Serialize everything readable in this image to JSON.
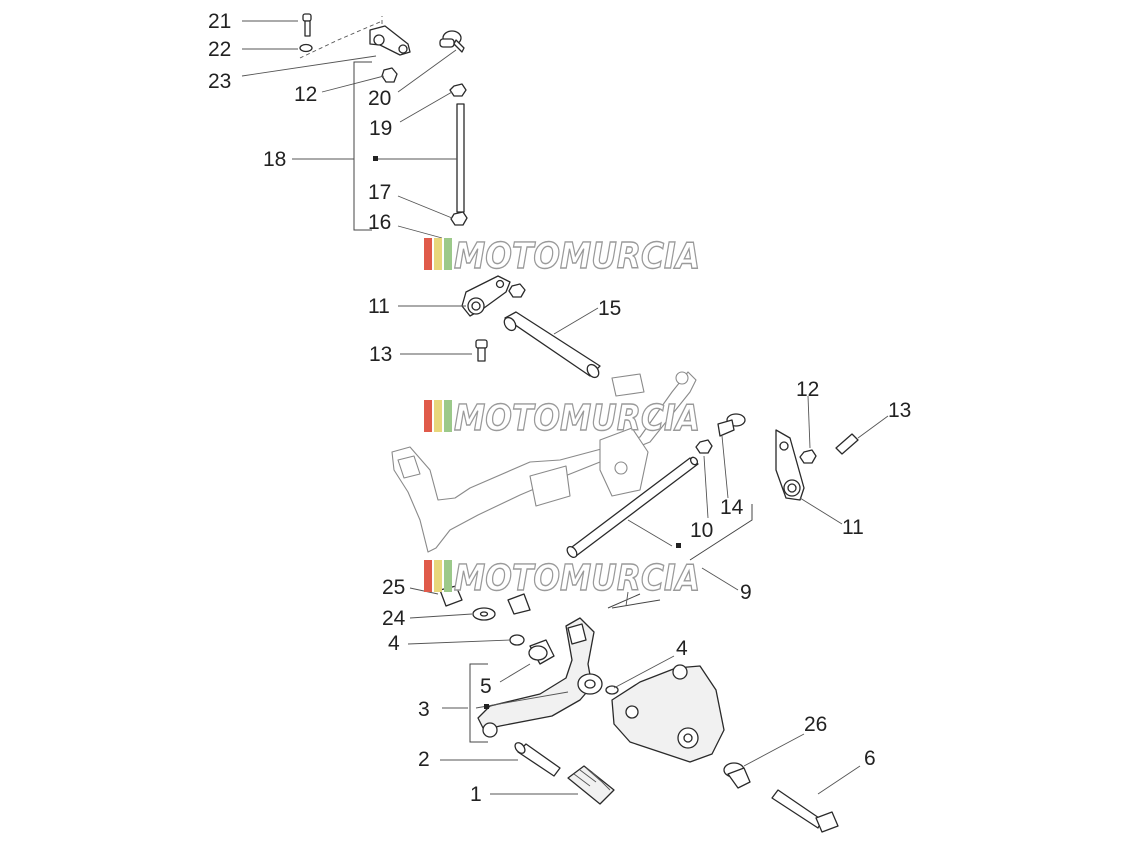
{
  "watermark": {
    "text": "MOTOMURCIA",
    "stripe_colors": [
      "#e05a4a",
      "#e8d77c",
      "#9cc98a"
    ],
    "text_color": "#ffffff",
    "outline_color": "#9a9a9a"
  },
  "callouts": [
    {
      "id": "21"
    },
    {
      "id": "22"
    },
    {
      "id": "23"
    },
    {
      "id": "12"
    },
    {
      "id": "20"
    },
    {
      "id": "19"
    },
    {
      "id": "18"
    },
    {
      "id": "17"
    },
    {
      "id": "16"
    },
    {
      "id": "11"
    },
    {
      "id": "15"
    },
    {
      "id": "13"
    },
    {
      "id": "12"
    },
    {
      "id": "13"
    },
    {
      "id": "14"
    },
    {
      "id": "10"
    },
    {
      "id": "11"
    },
    {
      "id": "9"
    },
    {
      "id": "25"
    },
    {
      "id": "24"
    },
    {
      "id": "4"
    },
    {
      "id": "4"
    },
    {
      "id": "5"
    },
    {
      "id": "3"
    },
    {
      "id": "26"
    },
    {
      "id": "2"
    },
    {
      "id": "6"
    },
    {
      "id": "1"
    }
  ]
}
